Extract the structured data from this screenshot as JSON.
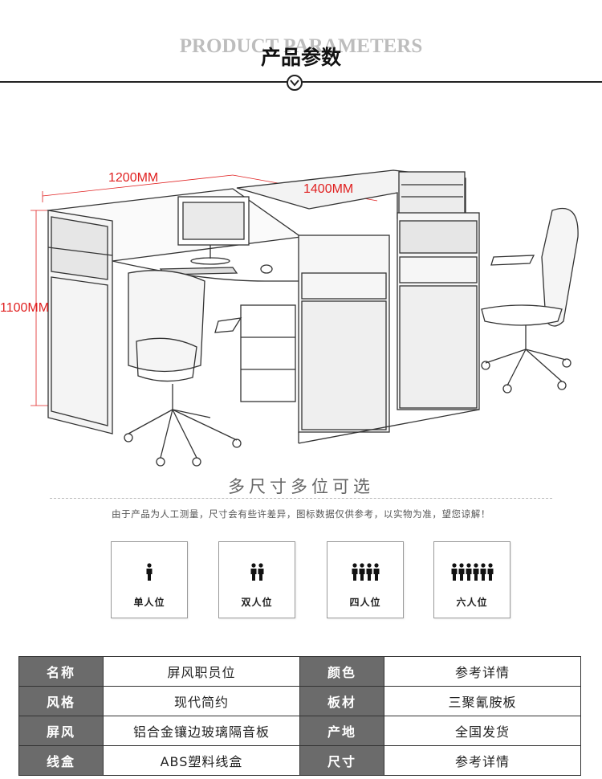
{
  "header": {
    "title_en": "PRODUCT PARAMETERS",
    "title_cn": "产品参数"
  },
  "dimensions": {
    "width": "1200MM",
    "depth": "1400MM",
    "height": "1100MM"
  },
  "subtitle": "多尺寸多位可选",
  "note": "由于产品为人工测量，尺寸会有些许差异，图标数据仅供参考，以实物为准，望您谅解！",
  "seats": [
    {
      "label": "单人位",
      "count": 1
    },
    {
      "label": "双人位",
      "count": 2
    },
    {
      "label": "四人位",
      "count": 4
    },
    {
      "label": "六人位",
      "count": 6
    }
  ],
  "specs": [
    [
      {
        "k": "名称",
        "v": "屏风职员位"
      },
      {
        "k": "颜色",
        "v": "参考详情"
      }
    ],
    [
      {
        "k": "风格",
        "v": "现代简约"
      },
      {
        "k": "板材",
        "v": "三聚氰胺板"
      }
    ],
    [
      {
        "k": "屏风",
        "v": "铝合金镶边玻璃隔音板"
      },
      {
        "k": "产地",
        "v": "全国发货"
      }
    ],
    [
      {
        "k": "线盒",
        "v": "ABS塑料线盒"
      },
      {
        "k": "尺寸",
        "v": "参考详情"
      }
    ]
  ],
  "icons": {
    "header_arrow": "chevron-down-circle-icon",
    "person": "person-icon"
  }
}
